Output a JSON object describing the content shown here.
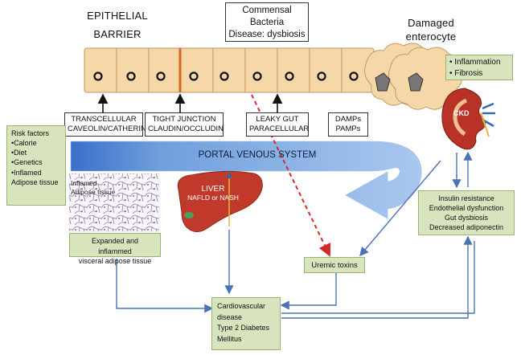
{
  "headings": {
    "epithelial_line1": "EPITHELIAL",
    "epithelial_line2": "BARRIER",
    "commensal_line1": "Commensal",
    "commensal_line2": "Bacteria",
    "commensal_line3": "Disease: dysbiosis",
    "damaged_line1": "Damaged",
    "damaged_line2": "enterocyte"
  },
  "inflammation_box": {
    "items": [
      "Inflammation",
      "Fibrosis"
    ]
  },
  "mechanism_boxes": {
    "transcellular": [
      "TRANSCELLULAR",
      "CAVEOLIN/CATHERIN"
    ],
    "tight_junction": [
      "TIGHT JUNCTION",
      "CLAUDIN/OCCLUDIN"
    ],
    "leaky_gut": [
      "LEAKY GUT",
      "PARACELLULAR"
    ],
    "damps": [
      "DAMPs",
      "PAMPs"
    ]
  },
  "risk_factors": {
    "title": "Risk factors",
    "items": [
      "Calorie",
      "Diet",
      "Genetics",
      "Inflamed Adipose tissue"
    ]
  },
  "portal": {
    "label": "PORTAL VENOUS SYSTEM"
  },
  "adipose_image": {
    "line1": "Inflamed",
    "line2": "Adipose tissue"
  },
  "liver": {
    "title": "LIVER",
    "subtitle": "NAFLD or NASH"
  },
  "kidney": {
    "label": "CKD"
  },
  "adipose_box": {
    "line1": "Expanded and inflammed",
    "line2": "visceral adipose tissue"
  },
  "uremic_box": {
    "label": "Uremic toxins"
  },
  "insulin_box": {
    "items": [
      "Insulin resistance",
      "Endothelial dysfunction",
      "Gut dysbiosis",
      "Decreased adiponectin"
    ]
  },
  "cvd_box": {
    "items": [
      "Cardiovascular",
      "disease",
      "Type 2 Diabetes",
      "Mellitus"
    ]
  },
  "colors": {
    "cell_fill": "#f6d7a7",
    "cell_stroke": "#b8956a",
    "tight_junction": "#d96a1c",
    "portal_arrow": "#6f9fdc",
    "green_box": "#d7e4bd",
    "link_arrow": "#4a73b5",
    "dashed_arrow": "#d42a2a",
    "liver": "#c0392b"
  }
}
